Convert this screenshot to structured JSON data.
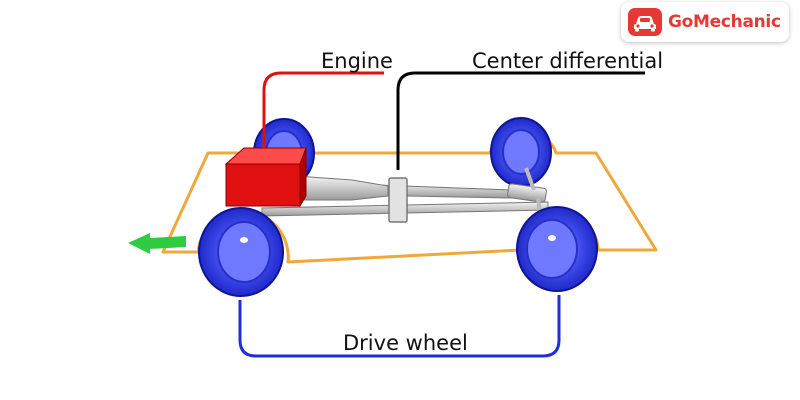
{
  "brand": {
    "name": "GoMechanic",
    "color": "#e53935"
  },
  "labels": {
    "engine": "Engine",
    "center_differential": "Center differential",
    "drive_wheel": "Drive wheel"
  },
  "colors": {
    "body_outline": "#f0a83a",
    "engine": "#e01010",
    "wheel": "#1f2fd6",
    "engine_leader": "#e01010",
    "differential_leader": "#000000",
    "drive_wheel_leader": "#1f2fd6",
    "direction_arrow": "#2ecc40"
  },
  "icons": {
    "direction": "arrow-left-icon",
    "logo": "car-icon"
  }
}
